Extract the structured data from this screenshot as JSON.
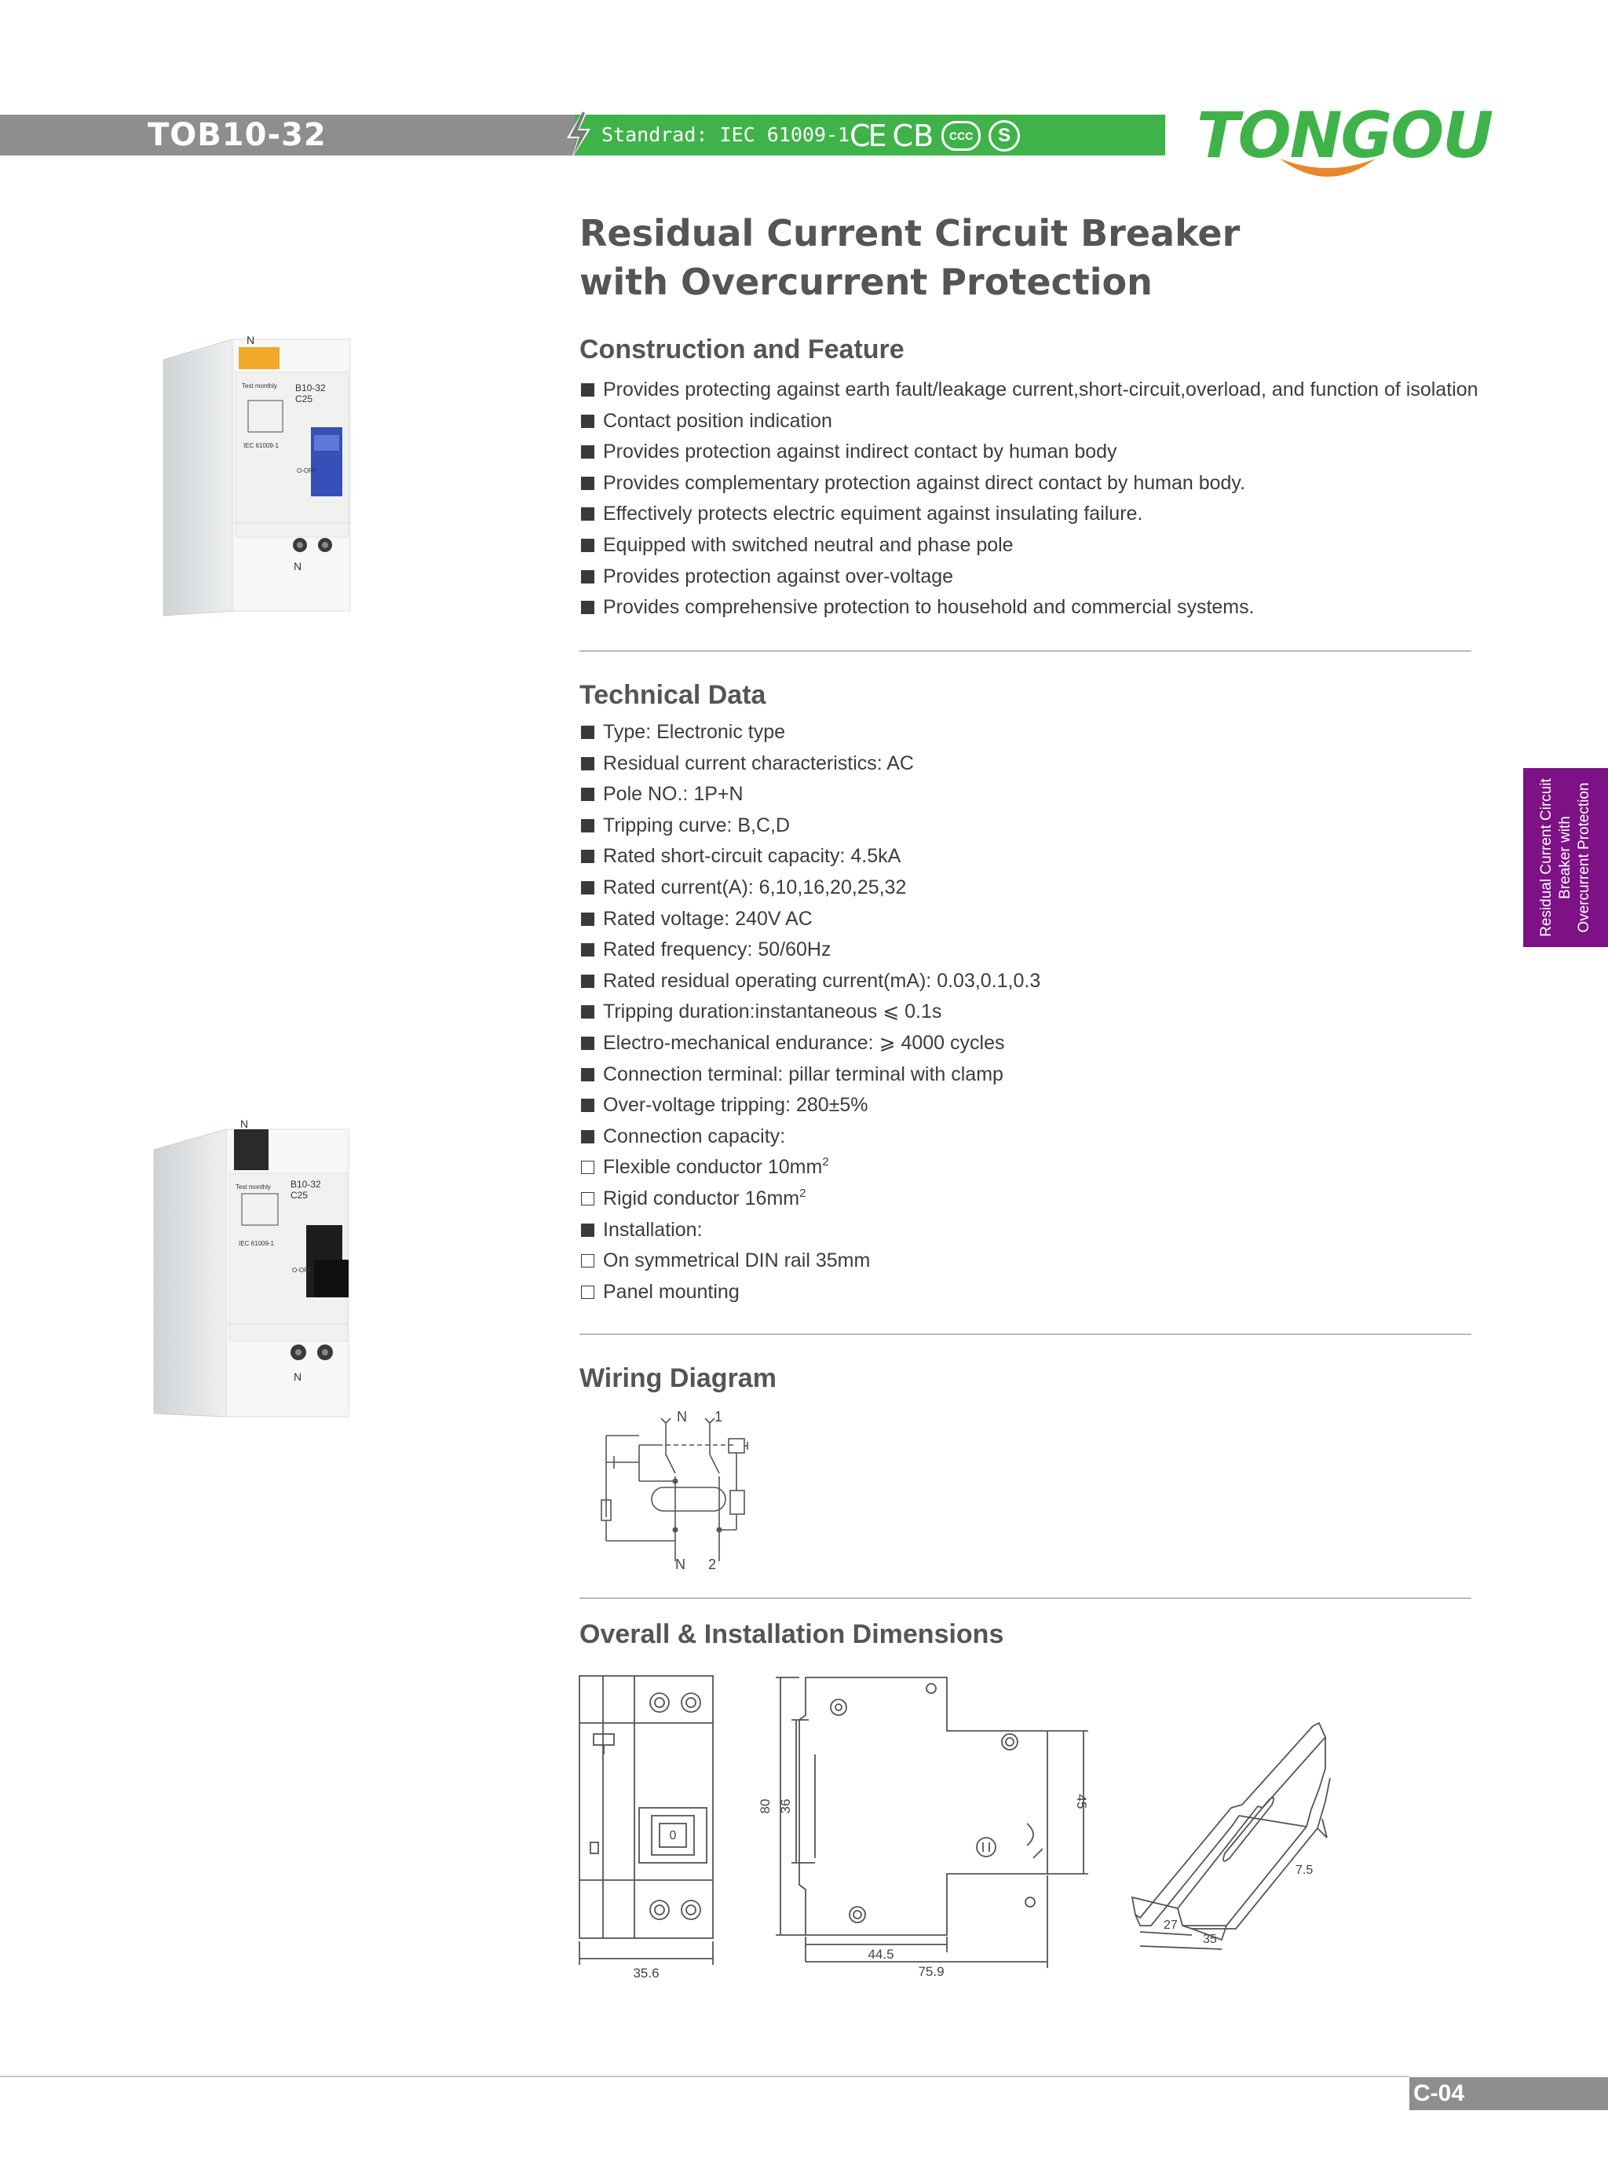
{
  "header": {
    "model": "TOB10-32",
    "standard": "Standrad: IEC 61009-1",
    "certs": {
      "ce": "CE",
      "cb": "CB",
      "ccc": "CCC",
      "s": "S"
    },
    "brand": "TONGOU",
    "colors": {
      "grey": "#8e8e8e",
      "green": "#3fb34a",
      "logo_smile": "#e8862a",
      "side_tab": "#7d1185"
    }
  },
  "title": {
    "line1": "Residual Current Circuit Breaker",
    "line2": "with Overcurrent Protection"
  },
  "construction": {
    "heading": "Construction and Feature",
    "items": [
      "Provides protecting against earth fault/leakage current,short-circuit,overload, and function of isolation",
      "Contact position indication",
      "Provides protection against indirect contact by human body",
      "Provides complementary protection against direct contact by human body.",
      "Effectively protects electric equiment against insulating failure.",
      "Equipped with switched neutral and phase pole",
      "Provides protection against over-voltage",
      "Provides comprehensive protection to household and commercial systems."
    ]
  },
  "technical": {
    "heading": "Technical Data",
    "items": [
      "Type: Electronic type",
      "Residual current characteristics: AC",
      "Pole NO.: 1P+N",
      "Tripping curve: B,C,D",
      "Rated short-circuit capacity: 4.5kA",
      "Rated current(A): 6,10,16,20,25,32",
      "Rated voltage: 240V AC",
      "Rated frequency: 50/60Hz",
      "Rated residual operating current(mA): 0.03,0.1,0.3",
      "Tripping duration:instantaneous  ⩽ 0.1s",
      "Electro-mechanical endurance:  ⩾ 4000 cycles",
      "Connection terminal: pillar terminal with clamp",
      "Over-voltage tripping: 280±5%",
      "Connection capacity:",
      "Flexible conductor 10mm",
      "Rigid conductor 16mm",
      "Installation:",
      "On symmetrical DIN rail 35mm",
      "Panel mounting"
    ],
    "sup2": "2"
  },
  "wiring": {
    "heading": "Wiring Diagram",
    "label_n_top": "N",
    "label_1": "1",
    "label_n_bottom": "N",
    "label_2": "2"
  },
  "dimensions": {
    "heading": "Overall & Installation Dimensions",
    "front_width": "35.6",
    "side_80": "80",
    "side_36": "36",
    "side_45": "45",
    "side_44_5": "44.5",
    "side_75_9": "75.9",
    "rail_7_5": "7.5",
    "rail_27": "27",
    "rail_35": "35",
    "switch_0": "0"
  },
  "product_labels": {
    "n": "N",
    "model": "B10-32",
    "rating": "C25",
    "off": "O-OFF",
    "std": "IEC 61009-1",
    "test": "Test monthly"
  },
  "side_tab": {
    "line1": "Residual Current Circuit",
    "line2": "Breaker with",
    "line3": "Overcurrent Protection"
  },
  "footer": {
    "page": "C-04"
  }
}
